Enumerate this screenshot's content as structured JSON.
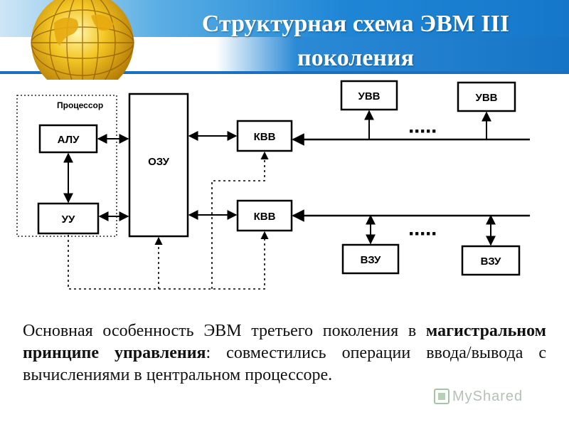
{
  "header": {
    "title": "Структурная схема ЭВМ III поколения"
  },
  "diagram": {
    "processor_label": "Процессор",
    "blocks": {
      "alu": "АЛУ",
      "uu": "УУ",
      "ozu": "ОЗУ",
      "kvv_top": "КВВ",
      "kvv_bottom": "КВВ",
      "uvv_1": "УВВ",
      "uvv_2": "УВВ",
      "vzu_1": "ВЗУ",
      "vzu_2": "ВЗУ"
    },
    "ellipsis_top": "·····",
    "ellipsis_bottom": "·····"
  },
  "text": {
    "part1": "Основная особенность ЭВМ третьего поколения в ",
    "bold": "магистральном принципе управления",
    "part2": ": совместились операции ввода/вывода с вычислениями в центральном процессоре."
  },
  "watermark": {
    "label": "MyShared"
  },
  "colors": {
    "header_blue": "#1f86d6",
    "rule_blue": "#1b6fc0",
    "title_text": "#ffffff"
  }
}
